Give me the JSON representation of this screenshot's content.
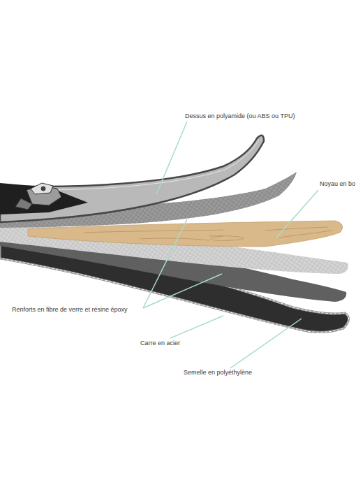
{
  "diagram": {
    "labels": [
      "Dessus en polyamide (ou ABS ou TPU)",
      "Noyau en bo",
      "Renforts en fibre de verre et résine époxy",
      "Carre en acier",
      "Semelle en polyéthylène"
    ]
  }
}
